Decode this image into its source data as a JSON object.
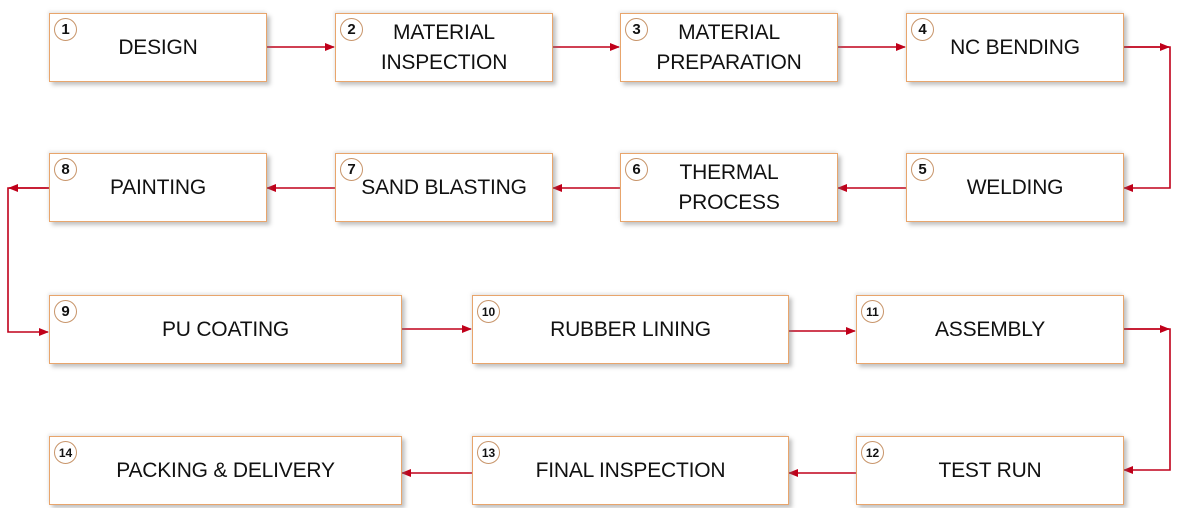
{
  "diagram": {
    "colors": {
      "box_border": "#e8a56c",
      "arrow": "#c0001a",
      "number_ring": "#c8956a"
    },
    "steps": [
      {
        "n": "1",
        "label": "DESIGN"
      },
      {
        "n": "2",
        "label": "MATERIAL\nINSPECTION"
      },
      {
        "n": "3",
        "label": "MATERIAL\nPREPARATION"
      },
      {
        "n": "4",
        "label": "NC BENDING"
      },
      {
        "n": "5",
        "label": "WELDING"
      },
      {
        "n": "6",
        "label": "THERMAL\nPROCESS"
      },
      {
        "n": "7",
        "label": "SAND BLASTING"
      },
      {
        "n": "8",
        "label": "PAINTING"
      },
      {
        "n": "9",
        "label": "PU COATING"
      },
      {
        "n": "10",
        "label": "RUBBER LINING"
      },
      {
        "n": "11",
        "label": "ASSEMBLY"
      },
      {
        "n": "12",
        "label": "TEST RUN"
      },
      {
        "n": "13",
        "label": "FINAL INSPECTION"
      },
      {
        "n": "14",
        "label": "PACKING & DELIVERY"
      }
    ],
    "flow": [
      [
        "1",
        "2"
      ],
      [
        "2",
        "3"
      ],
      [
        "3",
        "4"
      ],
      [
        "4",
        "5"
      ],
      [
        "5",
        "6"
      ],
      [
        "6",
        "7"
      ],
      [
        "7",
        "8"
      ],
      [
        "8",
        "9"
      ],
      [
        "9",
        "10"
      ],
      [
        "10",
        "11"
      ],
      [
        "11",
        "12"
      ],
      [
        "12",
        "13"
      ],
      [
        "13",
        "14"
      ]
    ]
  }
}
